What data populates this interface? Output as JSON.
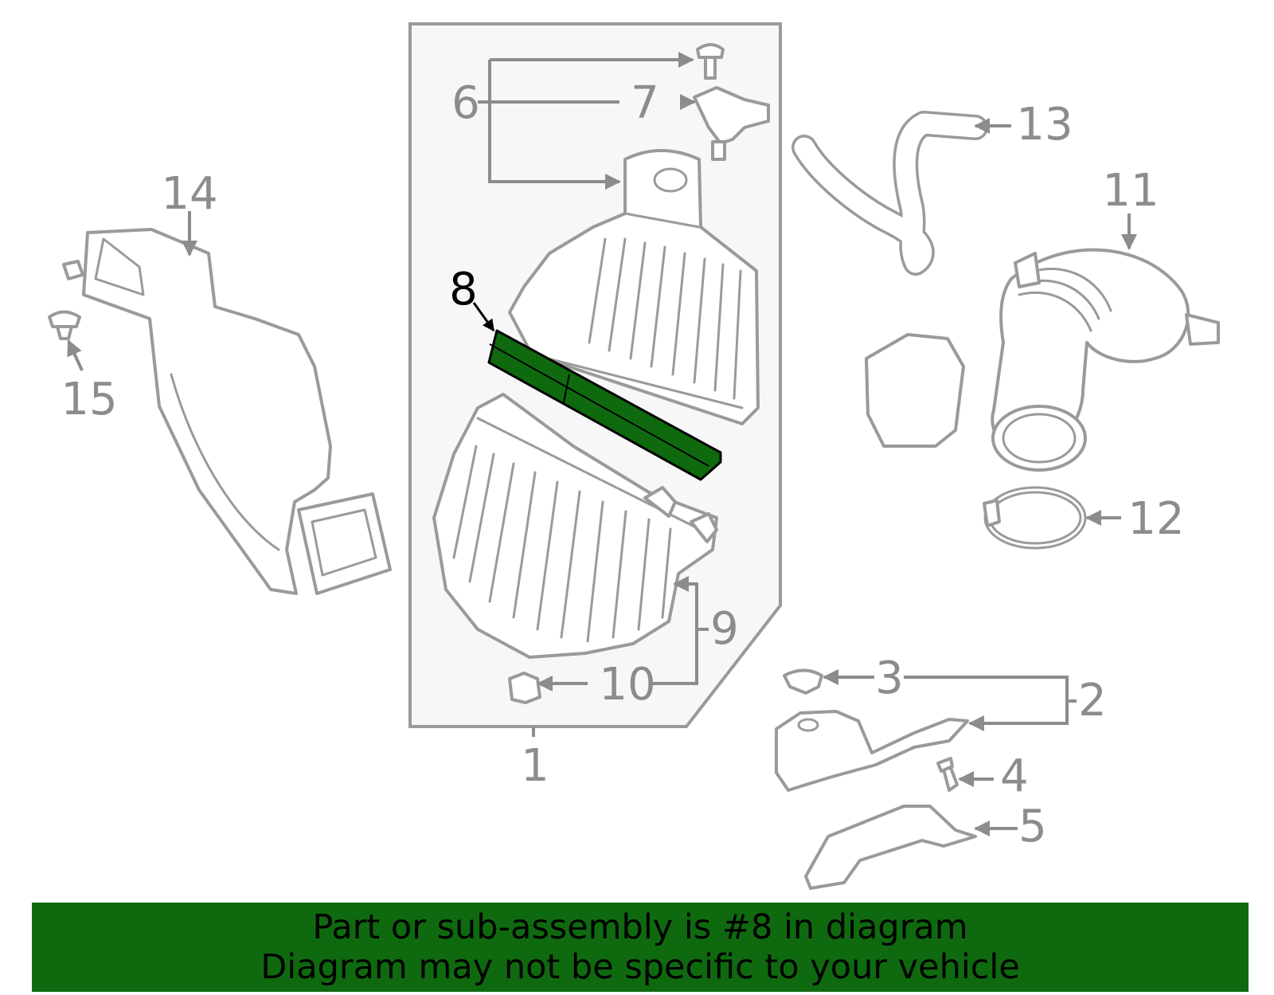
{
  "diagram": {
    "callouts": {
      "c1": "1",
      "c2": "2",
      "c3": "3",
      "c4": "4",
      "c5": "5",
      "c6": "6",
      "c7": "7",
      "c8": "8",
      "c9": "9",
      "c10": "10",
      "c11": "11",
      "c12": "12",
      "c13": "13",
      "c14": "14",
      "c15": "15"
    },
    "highlighted_part": "8",
    "colors": {
      "highlight": "#0f6a0f",
      "line_art": "#9a9a9a",
      "banner": "#0f6a0f"
    }
  },
  "banner": {
    "line1": "Part or sub-assembly is #8 in diagram",
    "line2": "Diagram may not be specific to your vehicle"
  }
}
